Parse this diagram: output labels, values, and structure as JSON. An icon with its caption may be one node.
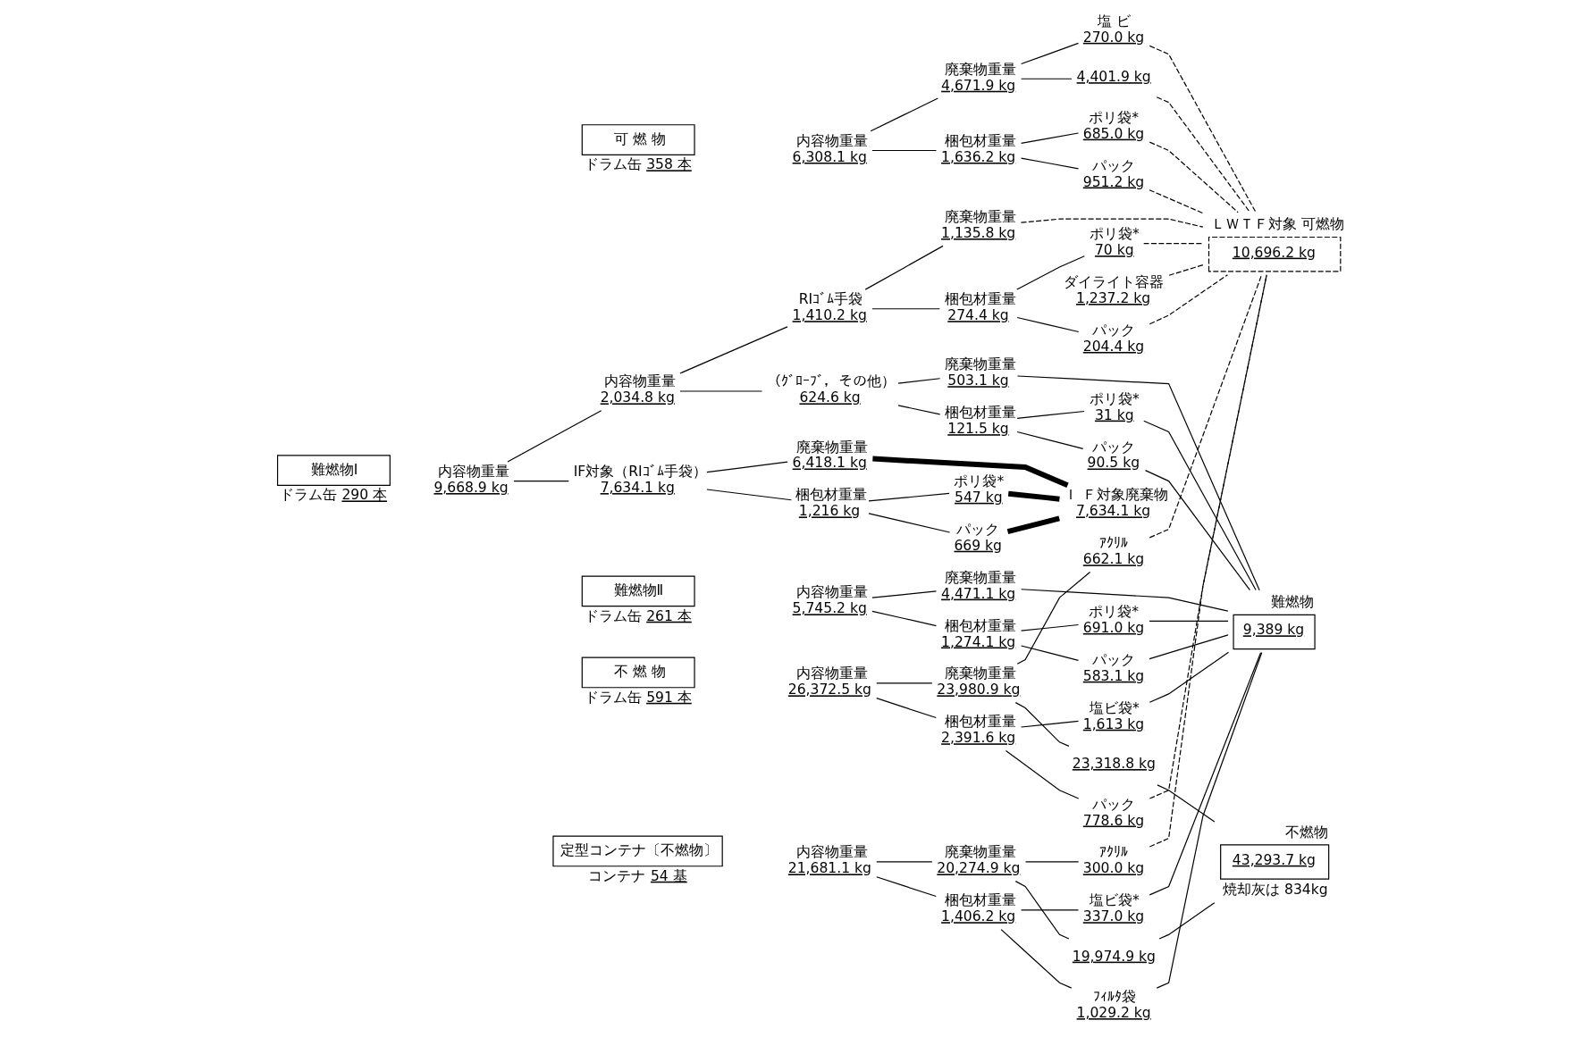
{
  "diagram": {
    "nodes": [
      {
        "text": [
          "可 燃 物"
        ],
        "beside": [
          "ドラム缶",
          "358 本"
        ]
      },
      {
        "text": [
          "内容物重量",
          "6,308.1 kg"
        ]
      },
      {
        "text": [
          "廃棄物重量",
          "4,671.9 kg"
        ]
      },
      {
        "text": [
          "梱包材重量",
          "1,636.2 kg"
        ]
      },
      {
        "text": [
          "塩 ビ",
          "270.0 kg"
        ]
      },
      {
        "text": [
          "4,401.9 kg"
        ]
      },
      {
        "text": [
          "ポリ袋*",
          "685.0 kg"
        ]
      },
      {
        "text": [
          "パック",
          "951.2 kg"
        ]
      },
      {
        "text": [
          "難燃物Ⅰ"
        ],
        "beside": [
          "ドラム缶",
          "290 本"
        ]
      },
      {
        "text": [
          "内容物重量",
          "9,668.9 kg"
        ]
      },
      {
        "text": [
          "内容物重量",
          "2,034.8 kg"
        ]
      },
      {
        "text": [
          "RIｺﾞﾑ手袋",
          "1,410.2 kg"
        ]
      },
      {
        "text": [
          "（ｸﾞﾛｰﾌﾞ，その他）",
          "624.6 kg"
        ]
      },
      {
        "text": [
          "廃棄物重量",
          "1,135.8 kg"
        ]
      },
      {
        "text": [
          "梱包材重量",
          "274.4 kg"
        ]
      },
      {
        "text": [
          "ポリ袋*",
          "70 kg"
        ]
      },
      {
        "text": [
          "パック",
          "204.4 kg"
        ]
      },
      {
        "text": [
          "廃棄物重量",
          "503.1 kg"
        ]
      },
      {
        "text": [
          "梱包材重量",
          "121.5 kg"
        ]
      },
      {
        "text": [
          "ポリ袋*",
          "31 kg"
        ]
      },
      {
        "text": [
          "パック",
          "90.5 kg"
        ]
      },
      {
        "text": [
          "IF対象（RIｺﾞﾑ手袋）",
          "7,634.1 kg"
        ]
      },
      {
        "text": [
          "廃棄物重量",
          "6,418.1 kg"
        ]
      },
      {
        "text": [
          "梱包材重量",
          "1,216 kg"
        ]
      },
      {
        "text": [
          "ポリ袋*",
          "547 kg"
        ]
      },
      {
        "text": [
          "パック",
          "669 kg"
        ]
      },
      {
        "text": [
          "難燃物Ⅱ"
        ],
        "beside": [
          "ドラム缶",
          "261 本"
        ]
      },
      {
        "text": [
          "内容物重量",
          "5,745.2 kg"
        ]
      },
      {
        "text": [
          "廃棄物重量",
          "4,471.1 kg"
        ]
      },
      {
        "text": [
          "梱包材重量",
          "1,274.1 kg"
        ]
      },
      {
        "text": [
          "ポリ袋*",
          "691.0 kg"
        ]
      },
      {
        "text": [
          "パック",
          "583.1 kg"
        ]
      },
      {
        "text": [
          "不 燃 物"
        ],
        "beside": [
          "ドラム缶",
          "591 本"
        ]
      },
      {
        "text": [
          "内容物重量",
          "26,372.5 kg"
        ]
      },
      {
        "text": [
          "廃棄物重量",
          "23,980.9 kg"
        ]
      },
      {
        "text": [
          "梱包材重量",
          "2,391.6 kg"
        ]
      },
      {
        "text": [
          "ｱｸﾘﾙ",
          "662.1 kg"
        ]
      },
      {
        "text": [
          "23,318.8 kg"
        ]
      },
      {
        "text": [
          "塩ビ袋*",
          "1,613 kg"
        ]
      },
      {
        "text": [
          "パック",
          "778.6 kg"
        ]
      },
      {
        "text": [
          "定型コンテナ〔不燃物〕"
        ],
        "beside": [
          "コンテナ",
          "54 基"
        ]
      },
      {
        "text": [
          "内容物重量",
          "21,681.1 kg"
        ]
      },
      {
        "text": [
          "廃棄物重量",
          "20,274.9 kg"
        ]
      },
      {
        "text": [
          "梱包材重量",
          "1,406.2 kg"
        ]
      },
      {
        "text": [
          "ｱｸﾘﾙ",
          "300.0 kg"
        ]
      },
      {
        "text": [
          "19,974.9 kg"
        ]
      },
      {
        "text": [
          "塩ビ袋*",
          "337.0 kg"
        ]
      },
      {
        "text": [
          "ﾌｨﾙﾀ袋",
          "1,029.2 kg"
        ]
      },
      {
        "text": [
          "ダイライト容器",
          "1,237.2 kg"
        ]
      },
      {
        "text": [
          "ＬＷＴＦ対象 可燃物",
          "10,696.2 kg"
        ]
      },
      {
        "text": [
          "Ｉ Ｆ対象廃棄物",
          "7,634.1 kg"
        ]
      },
      {
        "text": [
          "難燃物",
          "9,389 kg"
        ]
      },
      {
        "text": [
          "不燃物",
          "43,293.7 kg"
        ],
        "beside": [
          "焼却灰は 834kg"
        ]
      }
    ],
    "edges": [
      {
        "from": 1,
        "to": 2,
        "arrow": "none"
      },
      {
        "from": 1,
        "to": 3,
        "arrow": "none"
      },
      {
        "from": 2,
        "to": 4,
        "arrow": "none"
      },
      {
        "from": 2,
        "to": 5,
        "arrow": "none"
      },
      {
        "from": 3,
        "to": 6,
        "arrow": "none"
      },
      {
        "from": 3,
        "to": 7,
        "arrow": "none"
      },
      {
        "from": 9,
        "to": 10,
        "arrow": "none"
      },
      {
        "from": 9,
        "to": 21,
        "arrow": "none"
      },
      {
        "from": 10,
        "to": 11,
        "arrow": "none"
      },
      {
        "from": 10,
        "to": 12,
        "arrow": "none"
      },
      {
        "from": 11,
        "to": 13,
        "arrow": "none"
      },
      {
        "from": 11,
        "to": 14,
        "arrow": "none"
      },
      {
        "from": 14,
        "to": 15,
        "arrow": "none"
      },
      {
        "from": 14,
        "to": 16,
        "arrow": "none"
      },
      {
        "from": 12,
        "to": 17,
        "arrow": "none"
      },
      {
        "from": 12,
        "to": 18,
        "arrow": "none"
      },
      {
        "from": 18,
        "to": 19,
        "arrow": "none"
      },
      {
        "from": 18,
        "to": 20,
        "arrow": "none"
      },
      {
        "from": 21,
        "to": 22,
        "arrow": "none"
      },
      {
        "from": 21,
        "to": 23,
        "arrow": "none"
      },
      {
        "from": 23,
        "to": 24,
        "arrow": "none"
      },
      {
        "from": 23,
        "to": 25,
        "arrow": "none"
      },
      {
        "from": 27,
        "to": 28,
        "arrow": "none"
      },
      {
        "from": 27,
        "to": 29,
        "arrow": "none"
      },
      {
        "from": 29,
        "to": 30,
        "arrow": "none"
      },
      {
        "from": 29,
        "to": 31,
        "arrow": "none"
      },
      {
        "from": 33,
        "to": 34,
        "arrow": "none"
      },
      {
        "from": 33,
        "to": 35,
        "arrow": "none"
      },
      {
        "from": 34,
        "to": 36,
        "arrow": "none"
      },
      {
        "from": 34,
        "to": 37,
        "arrow": "none"
      },
      {
        "from": 35,
        "to": 38,
        "arrow": "none"
      },
      {
        "from": 35,
        "to": 39,
        "arrow": "none"
      },
      {
        "from": 41,
        "to": 42,
        "arrow": "none"
      },
      {
        "from": 41,
        "to": 43,
        "arrow": "none"
      },
      {
        "from": 42,
        "to": 44,
        "arrow": "none"
      },
      {
        "from": 42,
        "to": 45,
        "arrow": "none"
      },
      {
        "from": 43,
        "to": 46,
        "arrow": "none"
      },
      {
        "from": 43,
        "to": 47,
        "arrow": "none"
      },
      {
        "from": 4,
        "to": 49,
        "arrow": "none",
        "style": "dashed"
      },
      {
        "from": 5,
        "to": 49,
        "arrow": "none",
        "style": "dashed"
      },
      {
        "from": 6,
        "to": 49,
        "arrow": "none",
        "style": "dashed"
      },
      {
        "from": 7,
        "to": 49,
        "arrow": "none",
        "style": "dashed"
      },
      {
        "from": 13,
        "to": 49,
        "arrow": "none",
        "style": "dashed"
      },
      {
        "from": 15,
        "to": 49,
        "arrow": "none",
        "style": "dashed"
      },
      {
        "from": 16,
        "to": 49,
        "arrow": "none",
        "style": "dashed"
      },
      {
        "from": 48,
        "to": 49,
        "arrow": "none",
        "style": "dashed"
      },
      {
        "from": 36,
        "to": 49,
        "arrow": "none",
        "style": "dashed"
      },
      {
        "from": 39,
        "to": 49,
        "arrow": "none",
        "style": "dashed"
      },
      {
        "from": 44,
        "to": 49,
        "arrow": "none",
        "style": "dashed"
      },
      {
        "from": 22,
        "to": 50,
        "arrow": "none",
        "style": "thick"
      },
      {
        "from": 24,
        "to": 50,
        "arrow": "none",
        "style": "thick"
      },
      {
        "from": 25,
        "to": 50,
        "arrow": "none",
        "style": "thick"
      },
      {
        "from": 17,
        "to": 51,
        "arrow": "none"
      },
      {
        "from": 19,
        "to": 51,
        "arrow": "none"
      },
      {
        "from": 20,
        "to": 51,
        "arrow": "none"
      },
      {
        "from": 28,
        "to": 51,
        "arrow": "none"
      },
      {
        "from": 30,
        "to": 51,
        "arrow": "none"
      },
      {
        "from": 31,
        "to": 51,
        "arrow": "none"
      },
      {
        "from": 38,
        "to": 51,
        "arrow": "none"
      },
      {
        "from": 46,
        "to": 51,
        "arrow": "none"
      },
      {
        "from": 47,
        "to": 51,
        "arrow": "none"
      },
      {
        "from": 37,
        "to": 52,
        "arrow": "none"
      },
      {
        "from": 45,
        "to": 52,
        "arrow": "none"
      }
    ]
  }
}
